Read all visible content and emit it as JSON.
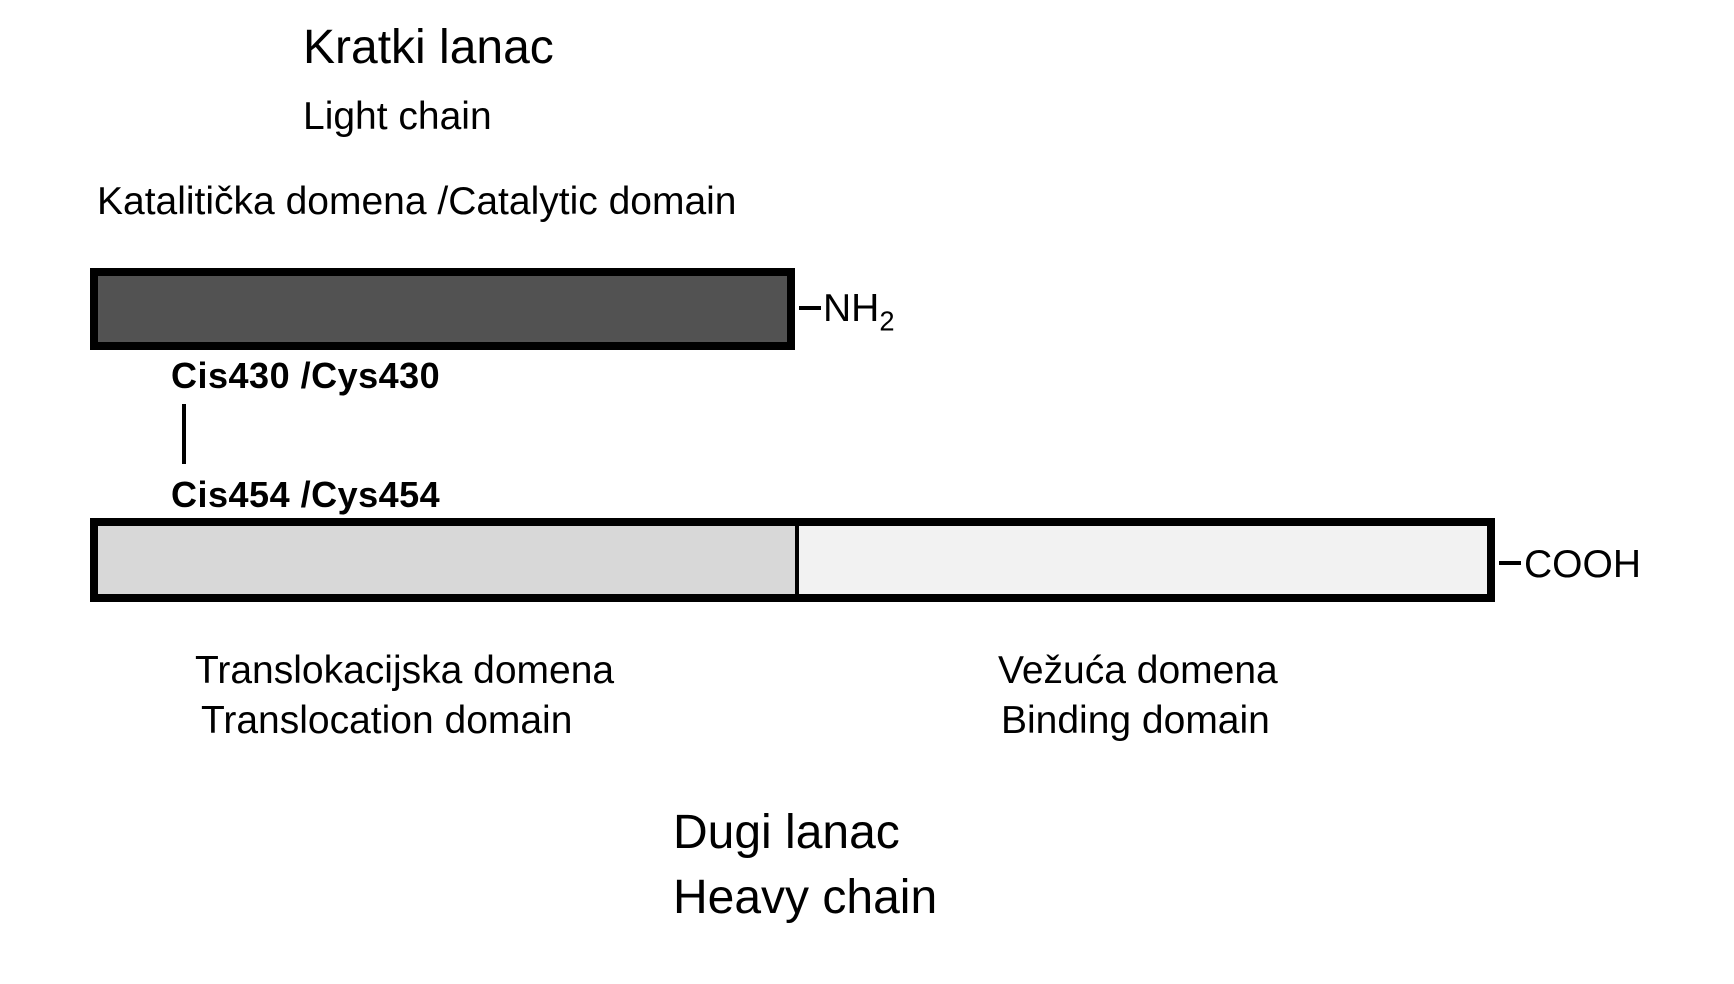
{
  "light_chain": {
    "title_hr": "Kratki lanac",
    "title_en": "Light chain",
    "catalytic_label": "Katalitička domena /Catalytic domain",
    "terminal_prefix": "NH",
    "terminal_sub": "2",
    "color": "#525252"
  },
  "disulfide": {
    "top_residue": "Cis430 /Cys430",
    "bottom_residue": "Cis454 /Cys454"
  },
  "heavy_chain": {
    "translocation_hr": "Translokacijska domena",
    "translocation_en": "Translocation domain",
    "translocation_color": "#d8d8d8",
    "binding_hr": "Vežuća domena",
    "binding_en": "Binding domain",
    "binding_color": "#f2f2f2",
    "terminal": "COOH",
    "title_hr": "Dugi lanac",
    "title_en": "Heavy chain"
  }
}
